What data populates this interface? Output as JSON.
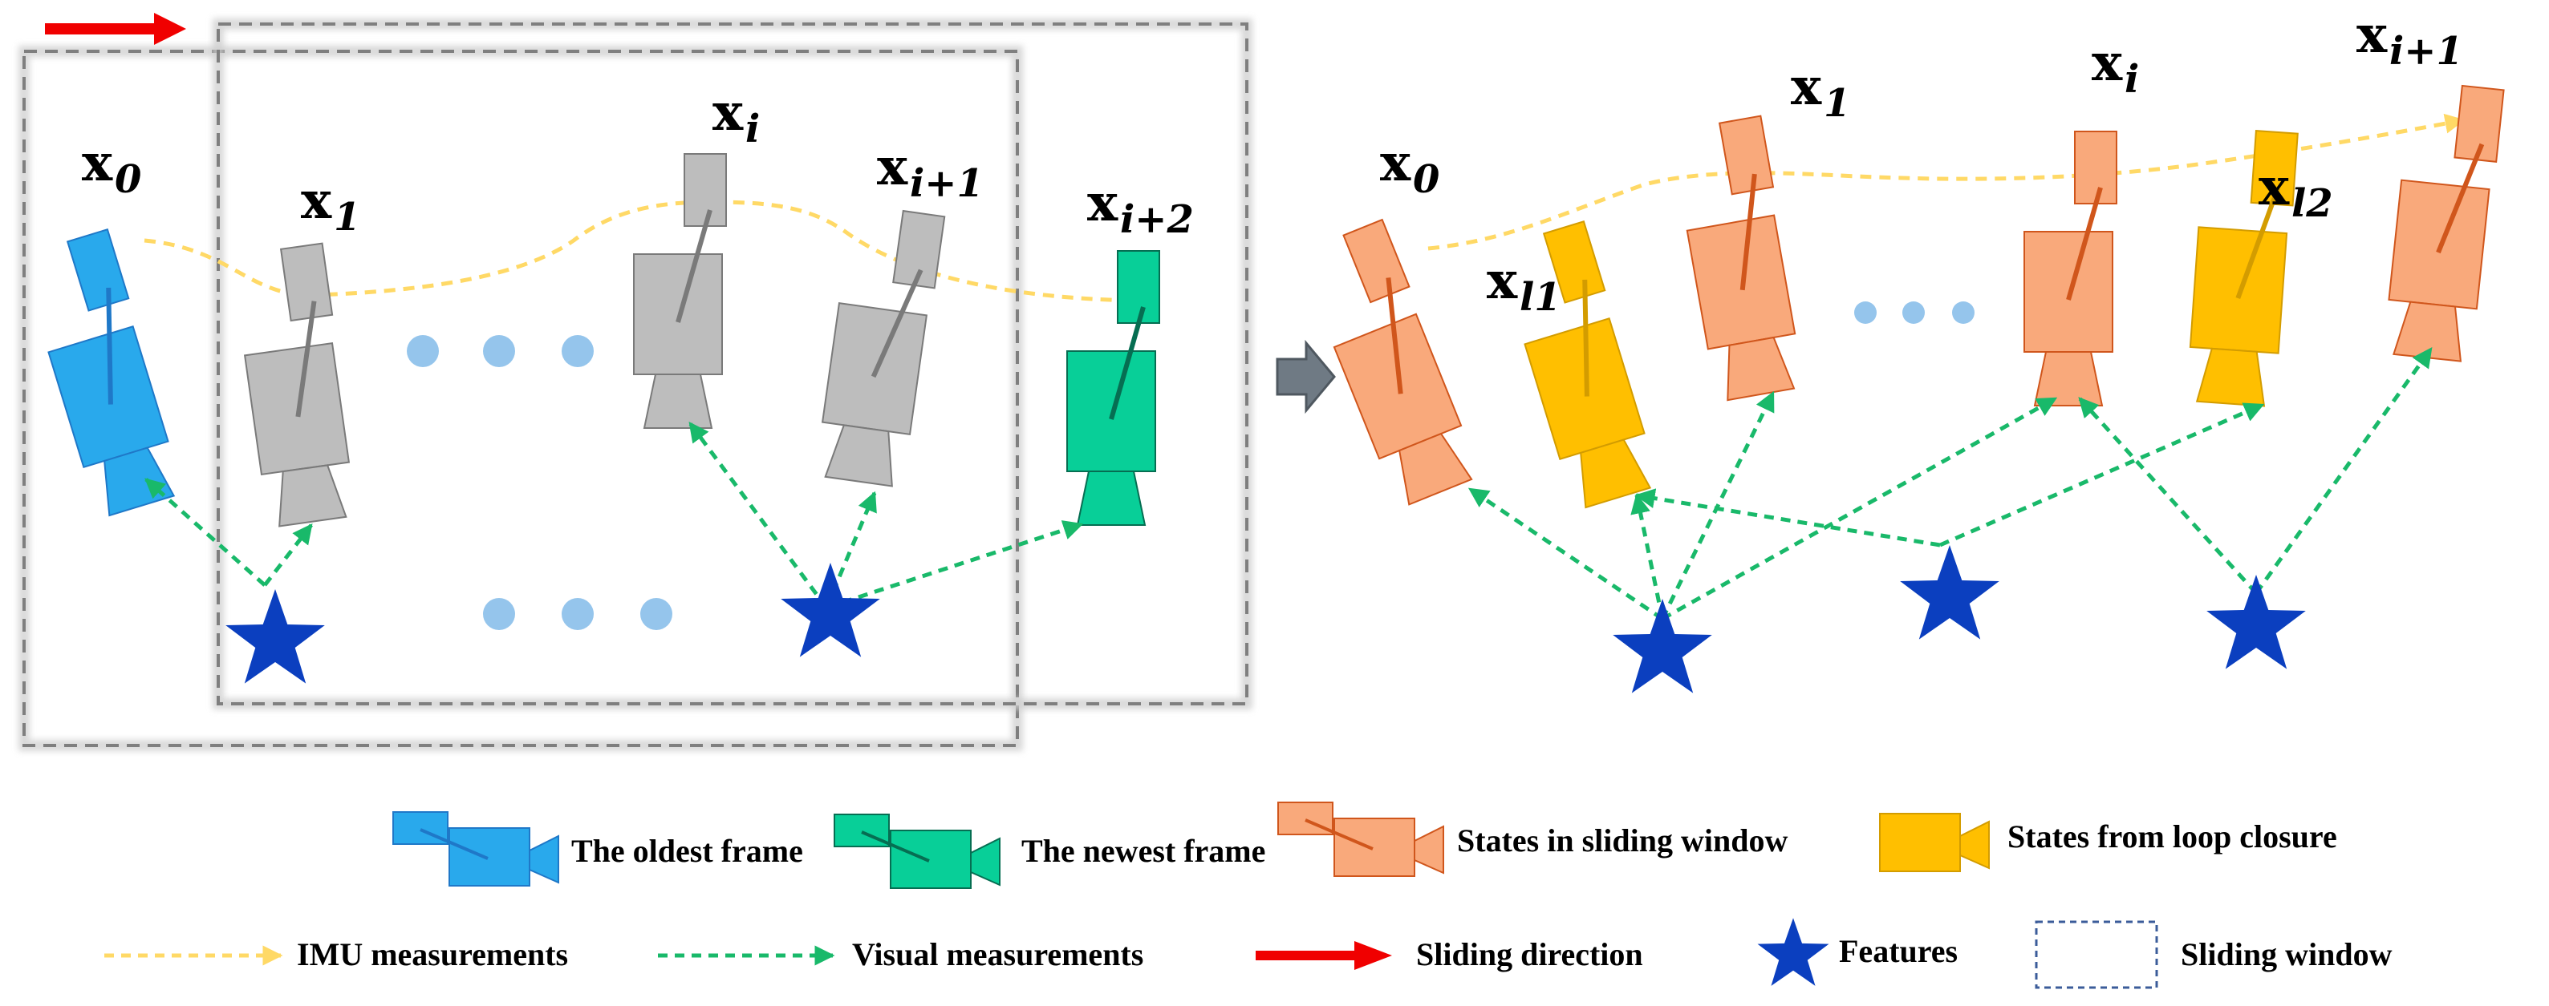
{
  "colors": {
    "oldest": "#29A9EC",
    "newest": "#08CF98",
    "past": "#BDBDBD",
    "sliding": "#F9A97B",
    "loop": "#FFBF00",
    "feature": "#0B3FBF",
    "visual": "#19B96A",
    "imu": "#FFD966",
    "direction": "#F00000",
    "window_border": "#7F7F7F",
    "transition_arrow": "#6F7A84"
  },
  "left_panel": {
    "labels": [
      {
        "base": "x",
        "sub": "0"
      },
      {
        "base": "x",
        "sub": "1"
      },
      {
        "base": "x",
        "sub": "i"
      },
      {
        "base": "x",
        "sub": "i+1"
      },
      {
        "base": "x",
        "sub": "i+2"
      }
    ]
  },
  "right_panel": {
    "labels": [
      {
        "base": "x",
        "sub": "0"
      },
      {
        "base": "x",
        "sub": "l1"
      },
      {
        "base": "x",
        "sub": "1"
      },
      {
        "base": "x",
        "sub": "i"
      },
      {
        "base": "x",
        "sub": "l2"
      },
      {
        "base": "x",
        "sub": "i+1"
      }
    ]
  },
  "legend": {
    "oldest_frame": "The oldest frame",
    "newest_frame": "The newest frame",
    "sliding_states": "States in sliding window",
    "loop_states": "States from loop closure",
    "imu": "IMU measurements",
    "visual": "Visual measurements",
    "direction": "Sliding direction",
    "features": "Features",
    "window": "Sliding window"
  }
}
